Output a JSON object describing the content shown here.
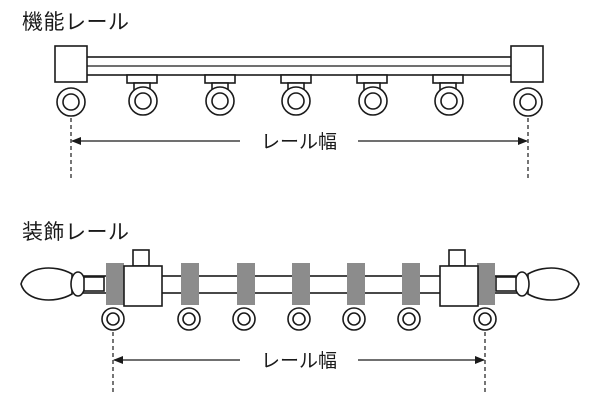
{
  "functional_rail": {
    "title": "機能レール",
    "width_label": "レール幅"
  },
  "decorative_rail": {
    "title": "装飾レール",
    "width_label": "レール幅"
  },
  "colors": {
    "line": "#1a1a1a",
    "rail_fill": "#ffffff",
    "ring_band": "#8c8c8c",
    "background": "#ffffff"
  }
}
